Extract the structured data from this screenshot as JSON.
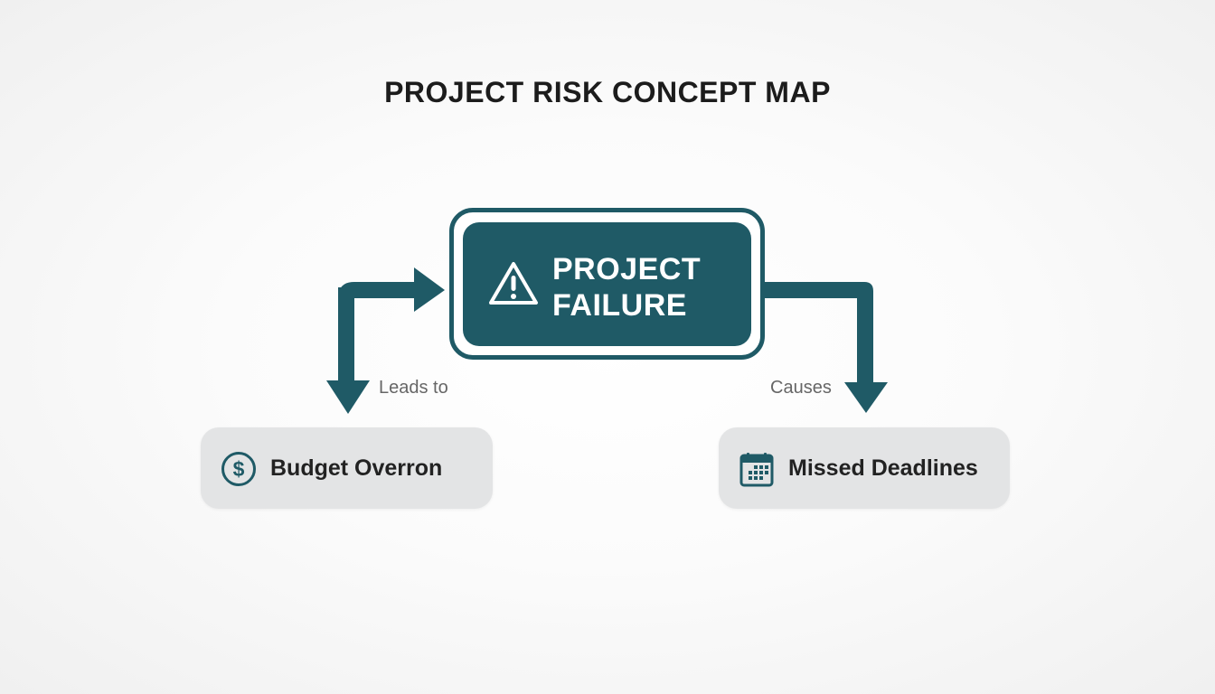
{
  "title": "PROJECT RISK CONCEPT MAP",
  "colors": {
    "primary": "#1f5a66",
    "node_background": "#e3e4e5",
    "text_dark": "#222222",
    "edge_label": "#666666",
    "background": "#fbfbfb"
  },
  "central_node": {
    "line1": "PROJECT",
    "line2": "FAILURE",
    "icon": "warning-triangle-icon"
  },
  "edges": [
    {
      "label": "Leads to",
      "from": "Budget Overron",
      "to": "PROJECT FAILURE"
    },
    {
      "label": "Causes",
      "from": "PROJECT FAILURE",
      "to": "Missed Deadlines"
    }
  ],
  "nodes": [
    {
      "label": "Budget Overron",
      "icon": "dollar-circle-icon"
    },
    {
      "label": "Missed Deadlines",
      "icon": "calendar-icon"
    }
  ]
}
